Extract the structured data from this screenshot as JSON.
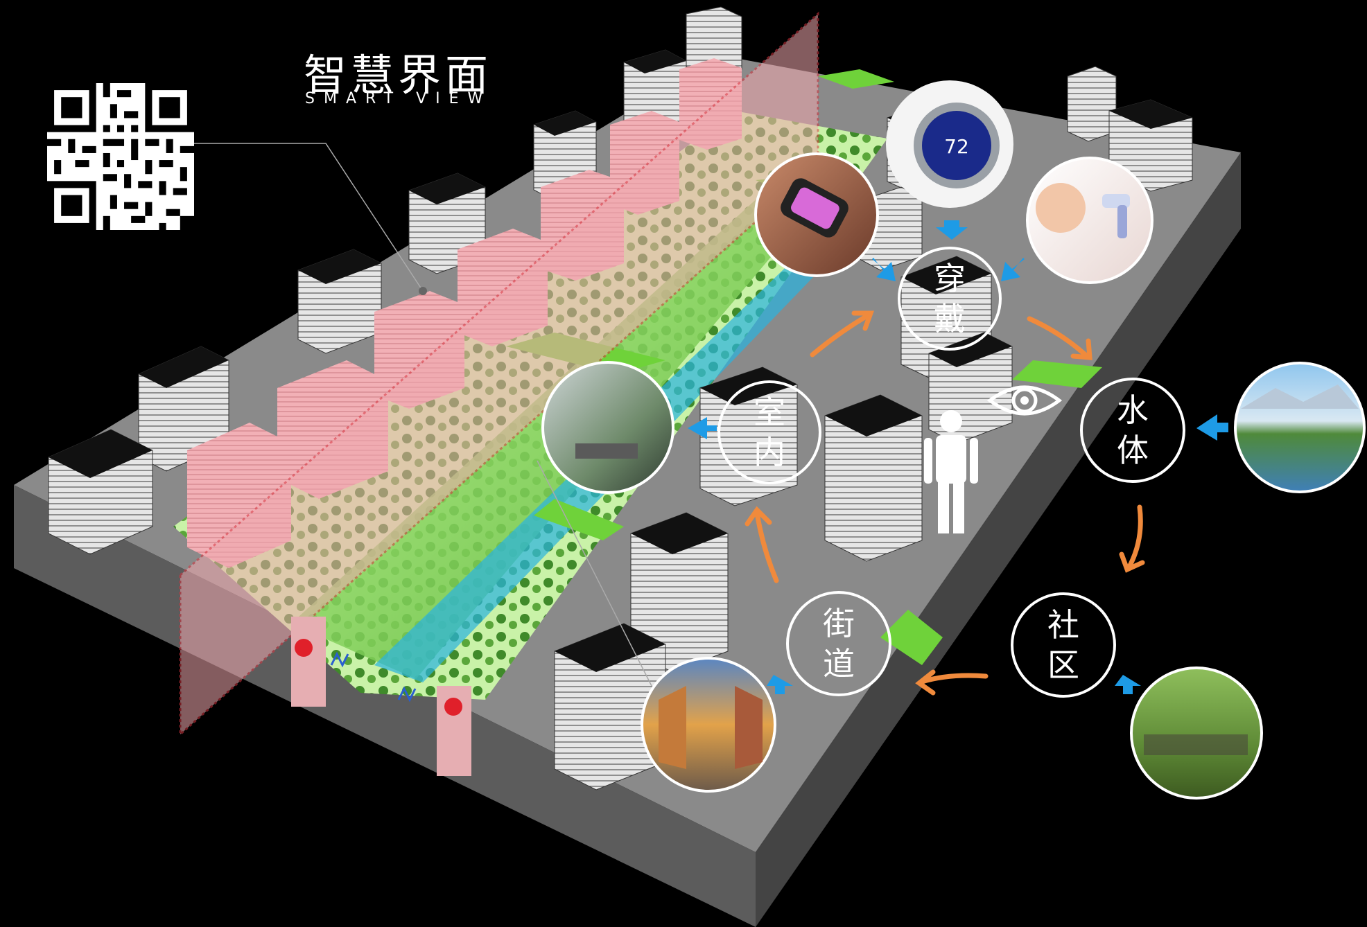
{
  "title": "智慧界面",
  "subtitle": "SMART VIEW",
  "thermostat_reading": "72",
  "nodes": {
    "wear": {
      "char1": "穿",
      "char2": "戴"
    },
    "indoor": {
      "char1": "室",
      "char2": "内"
    },
    "water": {
      "char1": "水",
      "char2": "体"
    },
    "community": {
      "char1": "社",
      "char2": "区"
    },
    "street": {
      "char1": "街",
      "char2": "道"
    }
  },
  "colors": {
    "background": "#000000",
    "building_wall": "#d8d8d8",
    "building_top": "#000000",
    "ground": "#7a7a7a",
    "green_park": "#7ed957",
    "pink_volume": "#f0a8ae",
    "arrow_orange": "#f08a3c",
    "arrow_blue": "#1e9be6"
  },
  "icons": [
    "qr-code-icon",
    "eye-icon",
    "person-icon",
    "thermostat-photo",
    "smartwatch-photo",
    "baby-thermometer-photo",
    "lake-photo",
    "park-people-photo",
    "street-town-photo",
    "indoor-garden-photo"
  ]
}
